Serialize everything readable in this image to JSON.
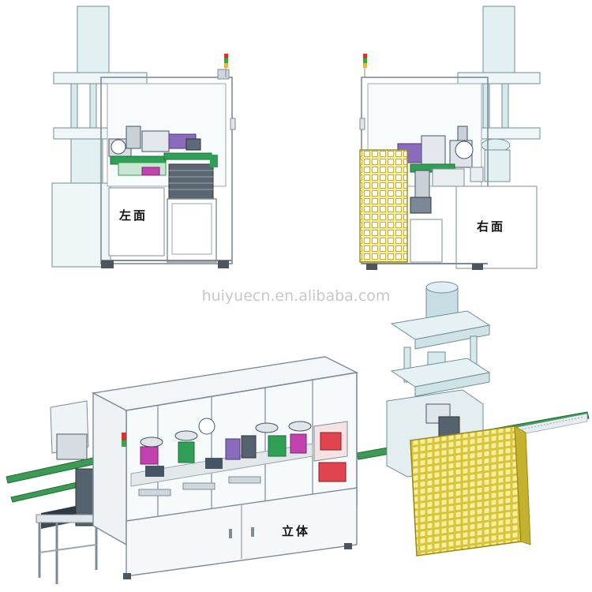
{
  "labels": {
    "left_view": "左面",
    "right_view": "右面",
    "iso_view": "立体"
  },
  "watermark": "huiyuecn.en.alibaba.com",
  "colors": {
    "frame_fill": "#f4f7f9",
    "frame_stroke": "#7f8c96",
    "press_fill": "#dcecef",
    "press_stroke": "#6f8f95",
    "guard_mesh": "#e4d24a",
    "guard_stroke": "#9c8a12",
    "conveyor": "#3d9a52",
    "panel_red": "#e0454f",
    "mechanism_dark": "#445566",
    "mechanism_purple": "#8b6bbd",
    "mechanism_magenta": "#c243b0",
    "mechanism_green": "#2fa055",
    "lamp_red": "#d9332b",
    "lamp_green": "#36a64a"
  }
}
